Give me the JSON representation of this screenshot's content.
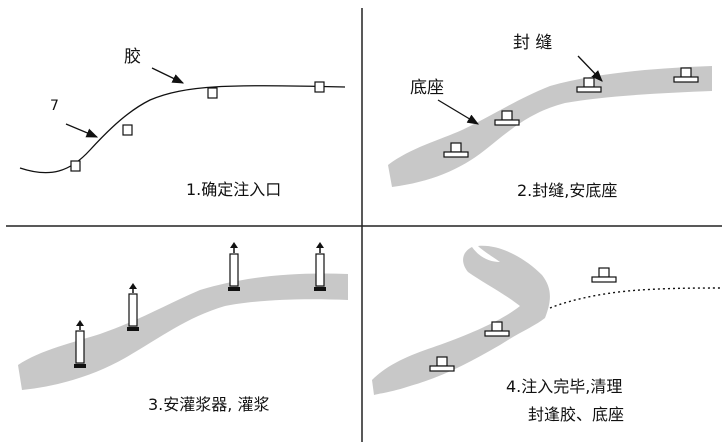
{
  "panels": [
    {
      "id": "p1",
      "caption": "1.确定注入口",
      "labels": {
        "glue": "胶",
        "seven": "7"
      }
    },
    {
      "id": "p2",
      "caption": "2.封缝,安底座",
      "labels": {
        "seal": "封 缝",
        "base": "底座"
      }
    },
    {
      "id": "p3",
      "caption": "3.安灌浆器, 灌浆"
    },
    {
      "id": "p4",
      "caption_line1": "4.注入完毕,清理",
      "caption_line2": "封逢胶、底座"
    }
  ],
  "colors": {
    "band": "#c8c8c8",
    "line": "#111111",
    "divider": "#222222"
  }
}
